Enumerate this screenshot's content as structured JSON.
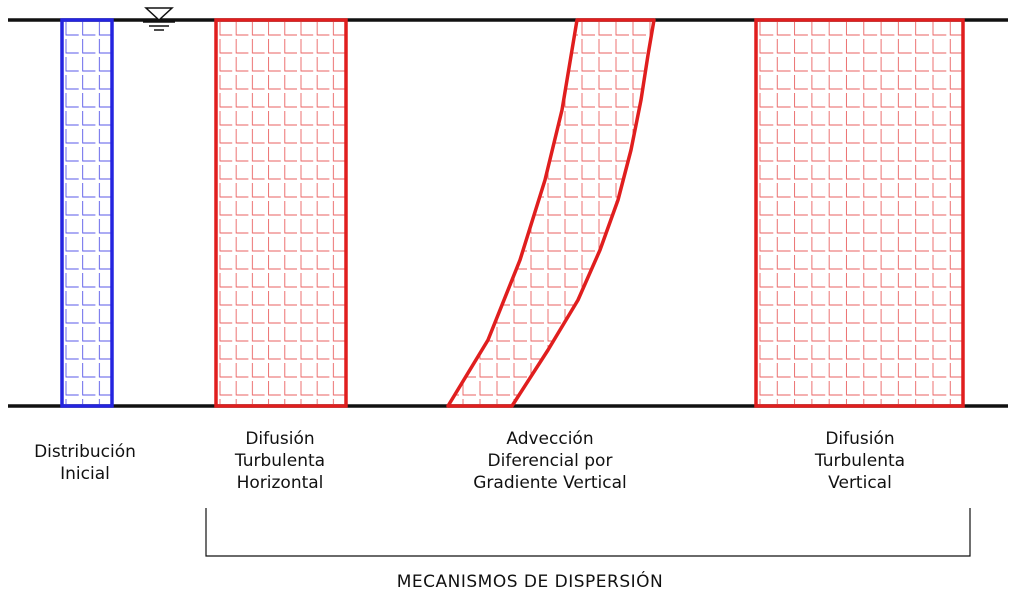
{
  "labels": {
    "initial": [
      "Distribución",
      "Inicial"
    ],
    "horizontal": [
      "Difusión",
      "Turbulenta",
      "Horizontal"
    ],
    "advection": [
      "Advección",
      "Diferencial por",
      "Gradiente Vertical"
    ],
    "vertical": [
      "Difusión",
      "Turbulenta",
      "Vertical"
    ]
  },
  "group_title": "MECANISMOS DE DISPERSIÓN",
  "colors": {
    "initial_distribution": "#2424e0",
    "dispersed_distribution": "#e01e1e",
    "water_lines": "#111111"
  },
  "icons": {
    "water_surface": "water-surface-icon"
  }
}
